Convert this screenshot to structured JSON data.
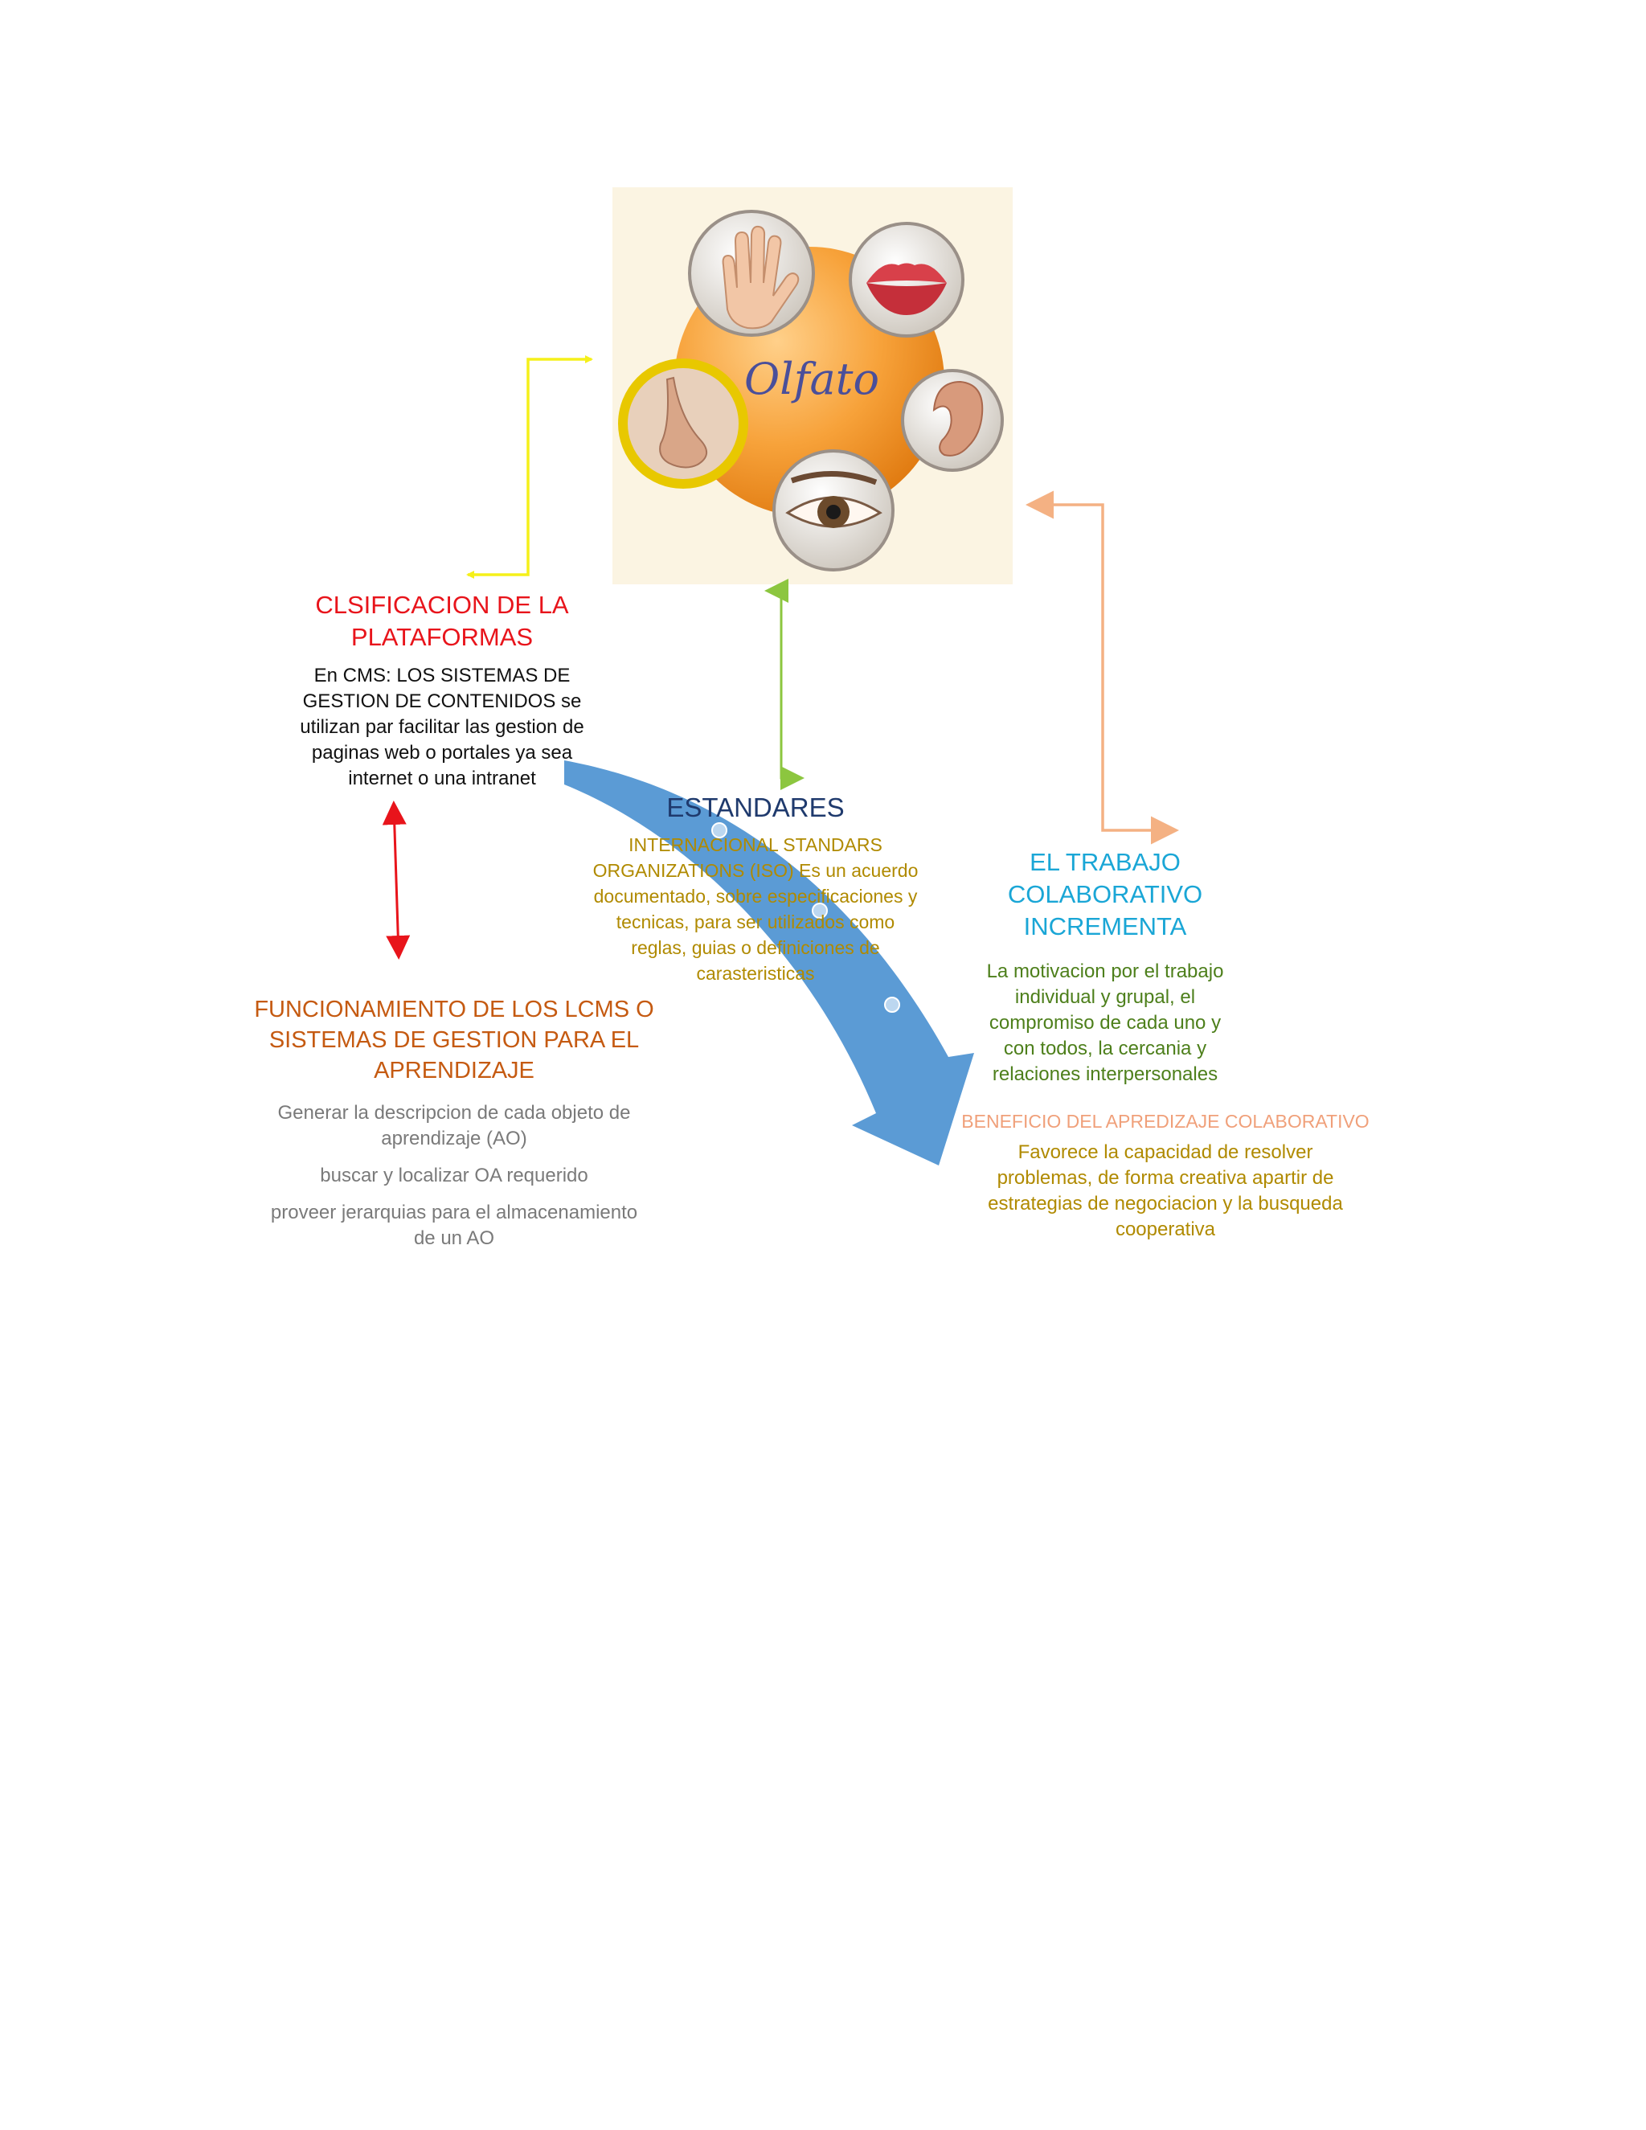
{
  "image": {
    "center_label": "Olfato"
  },
  "clasificacion": {
    "title": [
      "CLSIFICACION DE LA",
      "PLATAFORMAS"
    ],
    "body": [
      "En CMS: LOS SISTEMAS DE",
      "GESTION DE CONTENIDOS se",
      "utilizan par facilitar las gestion de",
      "paginas web o portales ya sea",
      "internet o una intranet"
    ]
  },
  "estandares": {
    "title": "ESTANDARES",
    "body": [
      "INTERNACIONAL STANDARS",
      "ORGANIZATIONS (ISO) Es un acuerdo",
      "documentado, sobre especificaciones y",
      "tecnicas, para ser utilizados como",
      "reglas, guias o definiciones de",
      "carasteristicas"
    ]
  },
  "trabajo": {
    "title": [
      "EL TRABAJO",
      "COLABORATIVO",
      "INCREMENTA"
    ],
    "body": [
      "La motivacion por el trabajo",
      "individual y grupal, el",
      "compromiso de cada uno y",
      "con todos, la cercania y",
      "relaciones interpersonales"
    ]
  },
  "beneficio": {
    "title": "BENEFICIO DEL APREDIZAJE COLABORATIVO",
    "body": [
      "Favorece la capacidad de resolver",
      "problemas, de forma creativa apartir de",
      "estrategias de negociacion y la busqueda",
      "cooperativa"
    ]
  },
  "funcionamiento": {
    "title": [
      "FUNCIONAMIENTO DE LOS LCMS O",
      "SISTEMAS DE GESTION PARA EL",
      "APRENDIZAJE"
    ],
    "items": [
      [
        "Generar la descripcion de cada objeto de",
        "aprendizaje (AO)"
      ],
      [
        "buscar y localizar OA requerido"
      ],
      [
        "proveer jerarquias para el almacenamiento",
        "de un AO"
      ]
    ]
  },
  "colors": {
    "yellow_arrow": "#f5f01a",
    "green_arrow": "#8cc63f",
    "peach_arrow": "#f4b183",
    "red_arrow": "#e8141b",
    "big_arrow": "#5b9bd5"
  }
}
